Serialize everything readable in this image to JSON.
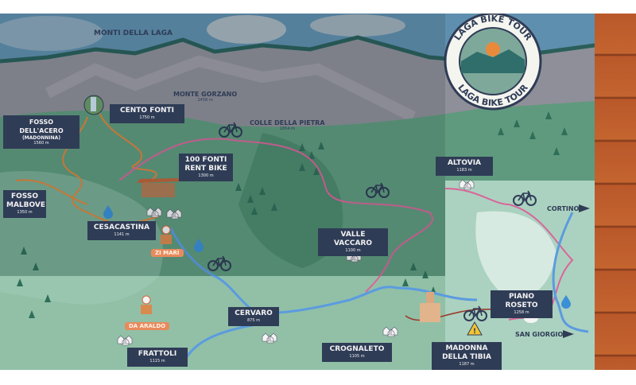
{
  "map": {
    "title": "MONTI DELLA LAGA",
    "logo_text": "LAGA BIKE TOUR",
    "peaks": [
      {
        "name": "MONTE GORZANO",
        "elevation": "2458 m"
      },
      {
        "name": "COLLE DELLA PIETRA",
        "elevation": "1654 m"
      }
    ],
    "places": {
      "cento_fonti": {
        "name": "CENTO FONTI",
        "elevation": "1750 m"
      },
      "fosso_acero": {
        "name": "FOSSO DELL'ACERO",
        "sub": "(MADONNINA)",
        "elevation": "1560 m"
      },
      "rent_bike": {
        "name1": "100 FONTI",
        "name2": "RENT BIKE",
        "elevation": "1300 m"
      },
      "fosso_malbove": {
        "name1": "FOSSO",
        "name2": "MALBOVE",
        "elevation": "1350 m"
      },
      "cesacastina": {
        "name": "CESACASTINA",
        "elevation": "1141 m"
      },
      "altovia": {
        "name": "ALTOVIA",
        "elevation": "1183 m"
      },
      "valle_vaccaro": {
        "name": "VALLE VACCARO",
        "elevation": "1100 m"
      },
      "cervaro": {
        "name": "CERVARO",
        "elevation": "875 m"
      },
      "frattoli": {
        "name": "FRATTOLI",
        "elevation": "1115 m"
      },
      "crognaleto": {
        "name": "CROGNALETO",
        "elevation": "1105 m"
      },
      "madonna_tibia": {
        "name1": "MADONNA",
        "name2": "DELLA TIBIA",
        "elevation": "1187 m"
      },
      "piano_roseto": {
        "name": "PIANO ROSETO",
        "elevation": "1258 m"
      }
    },
    "restaurants": [
      "ZI MARÌ",
      "DA ARALDO"
    ],
    "directions": [
      "CORTINO",
      "SAN GIORGIO"
    ],
    "colors": {
      "label_bg": "#2f3c56",
      "route_pink": "#d9669a",
      "route_orange": "#e0843c",
      "river": "#5b9be0",
      "route_red": "#9a3a2e"
    }
  }
}
